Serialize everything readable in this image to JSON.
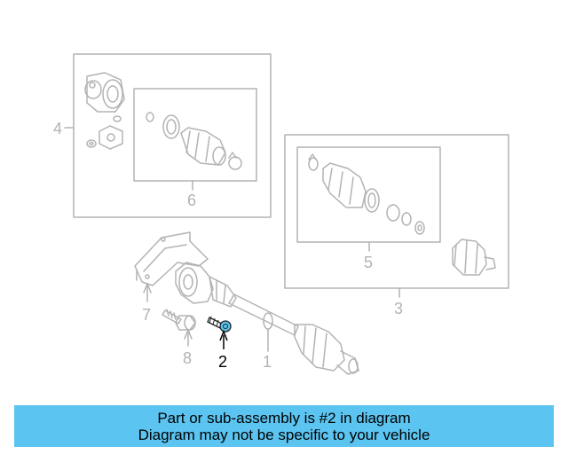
{
  "diagram": {
    "callouts": {
      "n1": "1",
      "n2": "2",
      "n3": "3",
      "n4": "4",
      "n5": "5",
      "n6": "6",
      "n7": "7",
      "n8": "8"
    },
    "highlighted_part": "2",
    "colors": {
      "line": "#b3b3b3",
      "highlight_fill": "#5bc4f0",
      "highlight_text": "#000000"
    }
  },
  "banner": {
    "line1": "Part or sub-assembly is #2 in diagram",
    "line2": "Diagram may not be specific to your vehicle",
    "color": "#5bc4f0"
  }
}
